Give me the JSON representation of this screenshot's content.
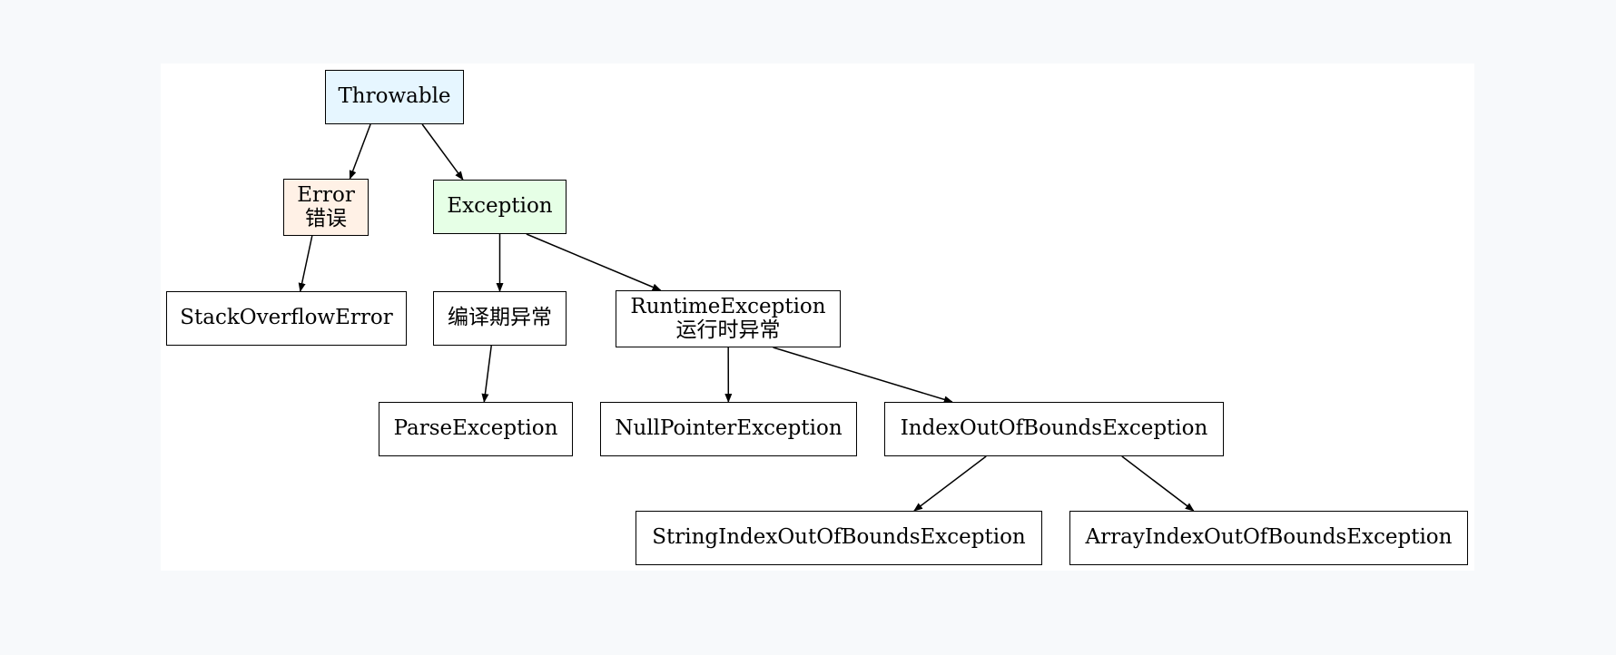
{
  "diagram": {
    "nodes": [
      {
        "id": "throwable",
        "lines": [
          "Throwable"
        ],
        "fill": "#e6f6ff"
      },
      {
        "id": "error",
        "lines": [
          "Error",
          "错误"
        ],
        "fill": "#fff1e6"
      },
      {
        "id": "exception",
        "lines": [
          "Exception"
        ],
        "fill": "#e6ffe6"
      },
      {
        "id": "stackoverflow",
        "lines": [
          "StackOverflowError"
        ],
        "fill": "#ffffff"
      },
      {
        "id": "checked",
        "lines": [
          "编译期异常"
        ],
        "fill": "#ffffff"
      },
      {
        "id": "runtime",
        "lines": [
          "RuntimeException",
          "运行时异常"
        ],
        "fill": "#ffffff"
      },
      {
        "id": "parse",
        "lines": [
          "ParseException"
        ],
        "fill": "#ffffff"
      },
      {
        "id": "nullpointer",
        "lines": [
          "NullPointerException"
        ],
        "fill": "#ffffff"
      },
      {
        "id": "indexoob",
        "lines": [
          "IndexOutOfBoundsException"
        ],
        "fill": "#ffffff"
      },
      {
        "id": "stringindex",
        "lines": [
          "StringIndexOutOfBoundsException"
        ],
        "fill": "#ffffff"
      },
      {
        "id": "arrayindex",
        "lines": [
          "ArrayIndexOutOfBoundsException"
        ],
        "fill": "#ffffff"
      }
    ],
    "edges": [
      {
        "from": "throwable",
        "to": "error"
      },
      {
        "from": "throwable",
        "to": "exception"
      },
      {
        "from": "error",
        "to": "stackoverflow"
      },
      {
        "from": "exception",
        "to": "checked"
      },
      {
        "from": "exception",
        "to": "runtime"
      },
      {
        "from": "checked",
        "to": "parse"
      },
      {
        "from": "runtime",
        "to": "nullpointer"
      },
      {
        "from": "runtime",
        "to": "indexoob"
      },
      {
        "from": "indexoob",
        "to": "stringindex"
      },
      {
        "from": "indexoob",
        "to": "arrayindex"
      }
    ]
  }
}
